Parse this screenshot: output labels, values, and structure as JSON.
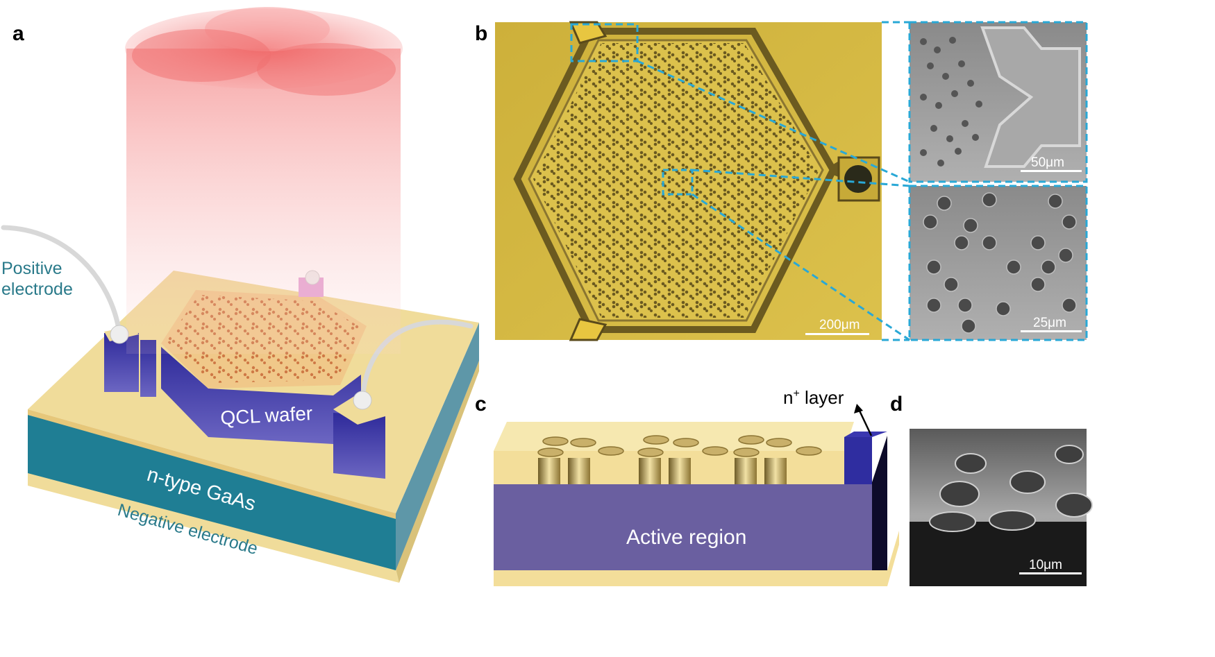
{
  "panels": {
    "a": {
      "letter": "a",
      "positive_electrode_line1": "Positive",
      "positive_electrode_line2": "electrode",
      "qcl_wafer": "QCL wafer",
      "substrate": "n-type GaAs",
      "negative_electrode": "Negative electrode"
    },
    "b": {
      "letter": "b",
      "main_scale": "200μm",
      "inset_top_scale": "50μm",
      "inset_bottom_scale": "25μm"
    },
    "c": {
      "letter": "c",
      "n_layer_base": "n",
      "n_layer_sup": "+",
      "n_layer_suffix": " layer",
      "active_region": "Active region"
    },
    "d": {
      "letter": "d",
      "scale": "10μm"
    }
  },
  "colors": {
    "gold_top": "#f0dc9a",
    "gold_side": "#e6c77a",
    "teal": "#1f7e94",
    "navy": "#3d3a9e",
    "violet": "#6a5fa0",
    "beam_red": "#f26b6b",
    "highlight_blue": "#29a8d6",
    "micrograph_yellow": "#d8bb3c",
    "sem_gray": "#9a9a9a"
  }
}
